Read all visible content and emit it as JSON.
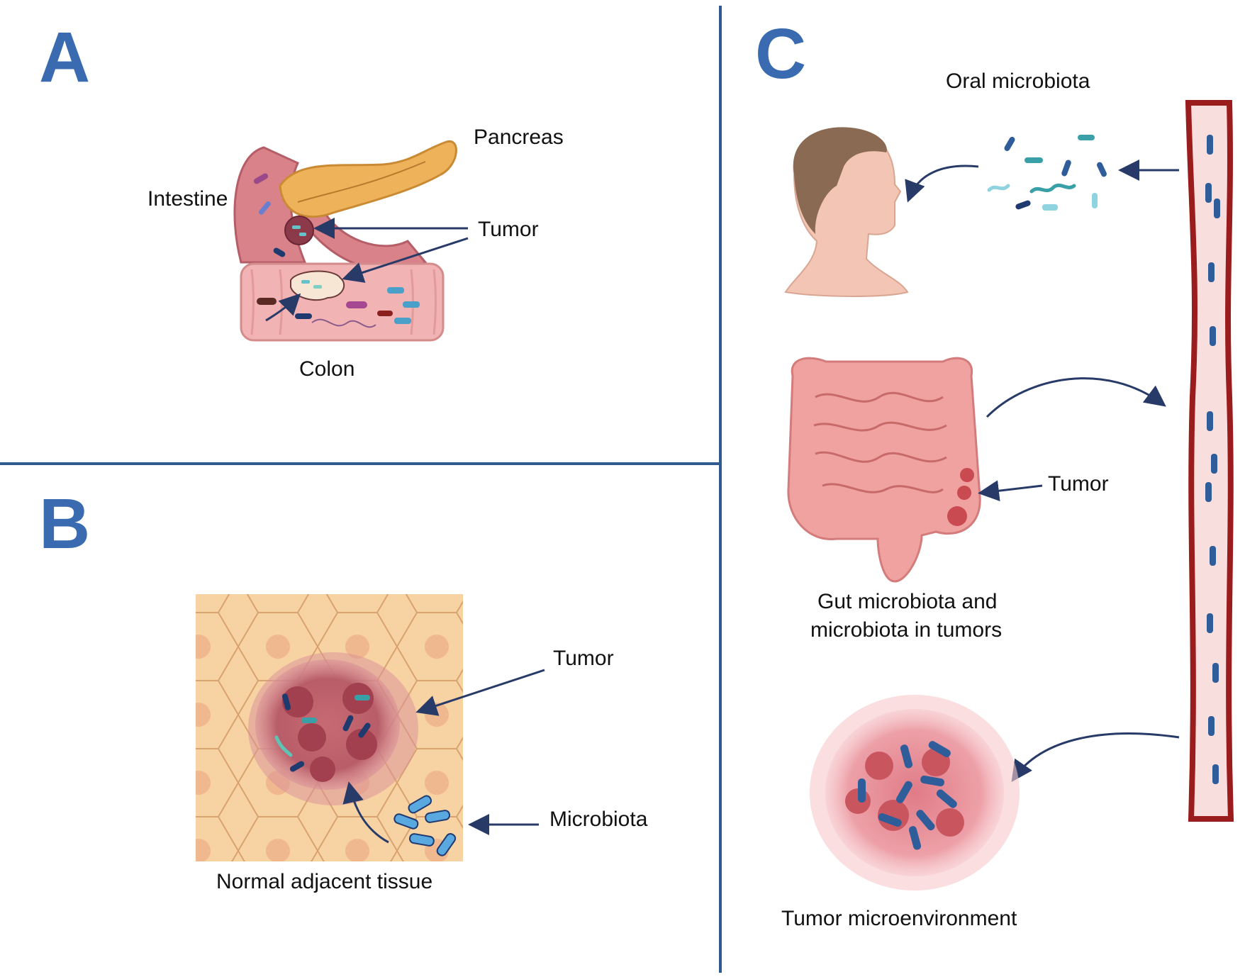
{
  "panels": {
    "a": {
      "letter": "A",
      "labels": {
        "pancreas": "Pancreas",
        "intestine": "Intestine",
        "tumor": "Tumor",
        "colon": "Colon"
      }
    },
    "b": {
      "letter": "B",
      "labels": {
        "tumor": "Tumor",
        "microbiota": "Microbiota",
        "normal_tissue": "Normal adjacent tissue"
      }
    },
    "c": {
      "letter": "C",
      "labels": {
        "oral": "Oral microbiota",
        "gut_line1": "Gut microbiota and",
        "gut_line2": "microbiota in tumors",
        "tumor": "Tumor",
        "tme": "Tumor microenvironment"
      }
    }
  },
  "colors": {
    "accent": "#3a6ab0",
    "divider": "#2f5b91",
    "arrow": "#283a68",
    "tissue": "#f7d2a3",
    "tumor": "#c26a73",
    "bacteria": "#2e5d99",
    "vessel": "#9b1c1c"
  },
  "icons": [
    "pancreas-illustration",
    "colon-illustration",
    "tissue-illustration",
    "head-illustration",
    "gut-illustration",
    "blood-vessel-illustration",
    "tumor-cluster-illustration",
    "bacterium-icon"
  ]
}
